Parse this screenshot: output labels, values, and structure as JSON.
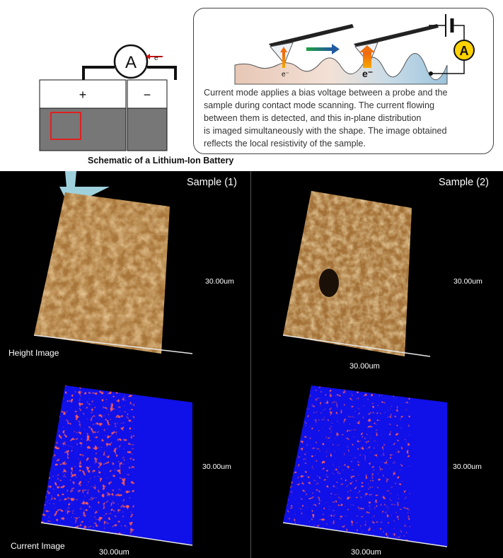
{
  "battery": {
    "ammeter_symbol": "A",
    "electron_symbol": "e⁻",
    "positive_sign": "+",
    "negative_sign": "−",
    "caption": "Schematic of a Lithium-Ion Battery"
  },
  "current_mode_panel": {
    "electron_label_small": "e⁻",
    "electron_label_large": "e⁻",
    "ammeter_symbol": "A",
    "description_lines": [
      "Current mode applies a bias voltage between a probe and the",
      "sample during contact mode scanning. The current flowing",
      "between them is detected, and this in-plane distribution",
      "is imaged simultaneously with the shape. The image obtained",
      "reflects the local resistivity of the sample."
    ]
  },
  "samples": [
    {
      "title": "Sample (1)",
      "height_side_scale": "30.00um",
      "current_side_scale": "30.00um",
      "current_bottom_scale": "30.00um"
    },
    {
      "title": "Sample (2)",
      "height_side_scale": "30.00um",
      "height_bottom_scale": "30.00um",
      "current_side_scale": "30.00um",
      "current_bottom_scale": "30.00um"
    }
  ],
  "row_labels": {
    "height": "Height Image",
    "current": "Current Image"
  },
  "colors": {
    "height_map": "#b88a4a",
    "current_map_bg": "#1010e8",
    "current_map_hot": "#e02020",
    "callout": "#a8dce8",
    "highlight_box": "#e02020"
  }
}
